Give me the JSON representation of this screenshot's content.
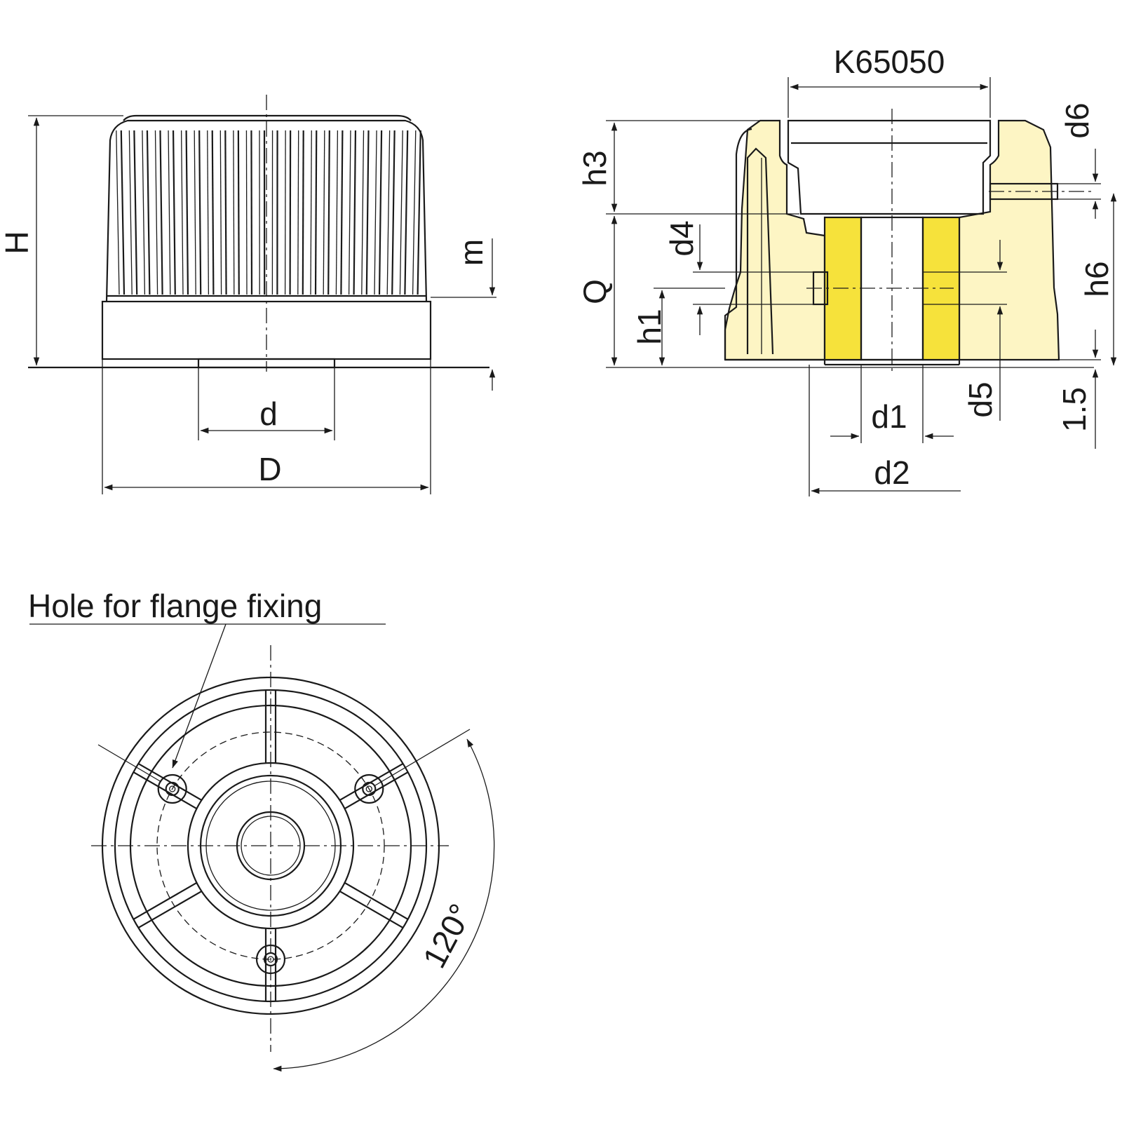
{
  "colors": {
    "line": "#1a1a1a",
    "body_fill": "#fdf5c4",
    "insert_fill": "#f6e23b",
    "background": "#ffffff"
  },
  "side_view": {
    "labels": {
      "height": "H",
      "base": "m",
      "bore": "d",
      "diameter": "D"
    }
  },
  "section_view": {
    "labels": {
      "cap": "K65050",
      "h3": "h3",
      "d6": "d6",
      "Q": "Q",
      "d4": "d4",
      "h1": "h1",
      "h6": "h6",
      "d5": "d5",
      "d1": "d1",
      "d2": "d2",
      "offset": "1.5"
    }
  },
  "bottom_view": {
    "callout": "Hole for flange fixing",
    "angle": "120°"
  }
}
